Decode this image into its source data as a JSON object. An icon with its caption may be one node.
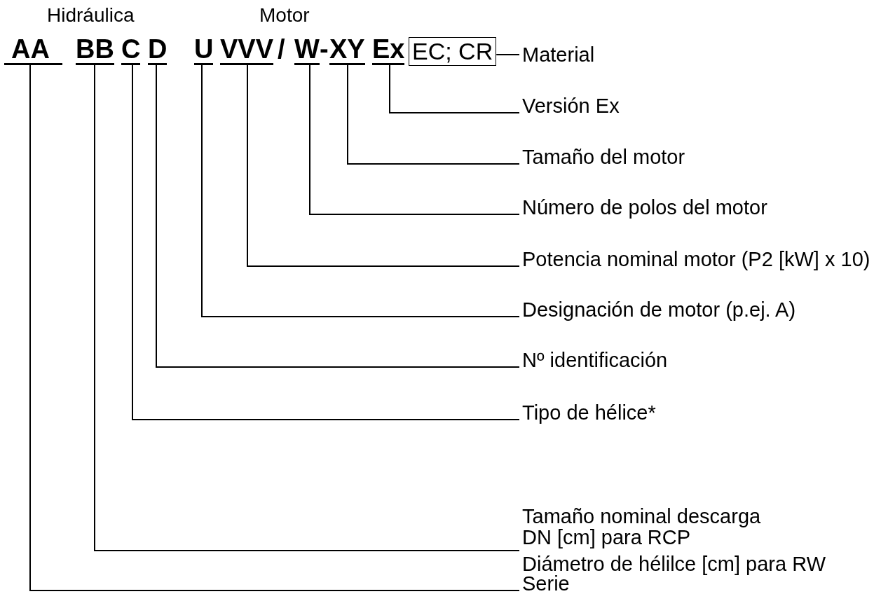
{
  "diagram": {
    "nodes": [
      {
        "text": [
          "AA"
        ]
      },
      {
        "text": [
          "BB"
        ]
      },
      {
        "text": [
          "C"
        ]
      },
      {
        "text": [
          "D"
        ]
      },
      {
        "text": [
          "U"
        ]
      },
      {
        "text": [
          "VVV"
        ]
      },
      {
        "text": [
          "W"
        ]
      },
      {
        "text": [
          "XY"
        ]
      },
      {
        "text": [
          "Ex"
        ]
      },
      {
        "text": [
          "EC; CR"
        ]
      },
      {
        "text": [
          "Material"
        ]
      },
      {
        "text": [
          "Versión Ex"
        ]
      },
      {
        "text": [
          "Tamaño del motor"
        ]
      },
      {
        "text": [
          "Número de polos del motor"
        ]
      },
      {
        "text": [
          "Potencia nominal motor (P2 [kW] x 10)"
        ]
      },
      {
        "text": [
          "Designación de motor (p.ej. A)"
        ]
      },
      {
        "text": [
          "Nº identificación"
        ]
      },
      {
        "text": [
          "Tipo de hélice*"
        ]
      },
      {
        "text": [
          "Tamaño nominal descarga DN [cm] para RCP"
        ]
      },
      {
        "text": [
          "Diámetro de hélilce [cm] para RW"
        ]
      },
      {
        "text": [
          "Serie"
        ]
      }
    ],
    "edges": [
      {
        "from": 9,
        "to": 10,
        "arrow": "none"
      },
      {
        "from": 8,
        "to": 11,
        "arrow": "none"
      },
      {
        "from": 7,
        "to": 12,
        "arrow": "none"
      },
      {
        "from": 6,
        "to": 13,
        "arrow": "none"
      },
      {
        "from": 5,
        "to": 14,
        "arrow": "none"
      },
      {
        "from": 4,
        "to": 15,
        "arrow": "none"
      },
      {
        "from": 3,
        "to": 16,
        "arrow": "none"
      },
      {
        "from": 2,
        "to": 17,
        "arrow": "none"
      },
      {
        "from": 1,
        "to": 18,
        "arrow": "none"
      },
      {
        "from": 1,
        "to": 19,
        "arrow": "none"
      },
      {
        "from": 0,
        "to": 20,
        "arrow": "none"
      }
    ],
    "labels": [
      "Hidráulica",
      "Motor",
      "/",
      "-"
    ]
  }
}
